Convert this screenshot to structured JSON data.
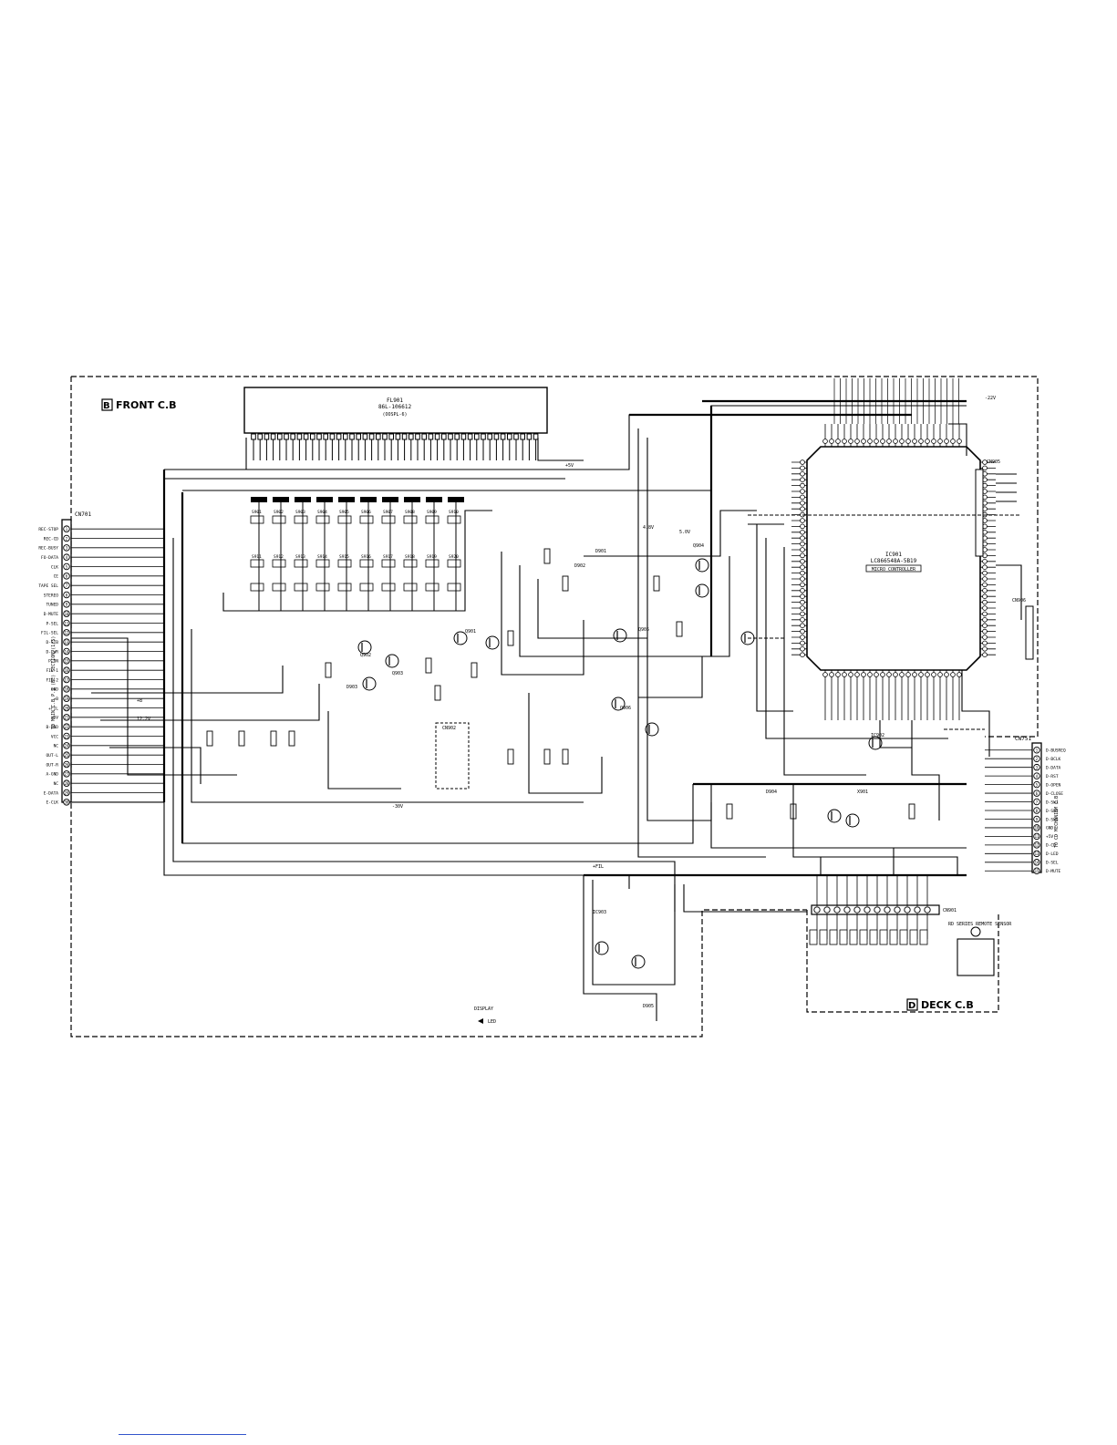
{
  "boards": {
    "front": {
      "prefix": "B",
      "label": "FRONT C.B"
    },
    "deck": {
      "prefix": "D",
      "label": "DECK C.B"
    }
  },
  "display": {
    "ref": "FL901",
    "part": "86L-106612",
    "note": "(OOSPL-6)"
  },
  "mcu": {
    "ref": "IC901",
    "part": "LC866548A-5B19",
    "note": "MICRO CONTROLLER"
  },
  "connectors": {
    "cn701": "CN701",
    "cn701_side": "TO MAIN C.B P.3 (BE) SECTION (1/5)",
    "cn751": "CN751",
    "cn751_side": "TO CD MECHANISM C.B",
    "cn905": "CN905",
    "cn906": "CN906",
    "cn901": "CN901"
  },
  "cn701_pins": [
    {
      "num": "1",
      "name": "REC-STOP"
    },
    {
      "num": "2",
      "name": "REC-CD"
    },
    {
      "num": "3",
      "name": "REC-BUSY"
    },
    {
      "num": "4",
      "name": "FO-DATA"
    },
    {
      "num": "5",
      "name": "CLK"
    },
    {
      "num": "6",
      "name": "CE"
    },
    {
      "num": "7",
      "name": "TAPE SEL"
    },
    {
      "num": "8",
      "name": "STEREO"
    },
    {
      "num": "9",
      "name": "TUNED"
    },
    {
      "num": "10",
      "name": "D-MUTE"
    },
    {
      "num": "11",
      "name": "P-SEL"
    },
    {
      "num": "12",
      "name": "FIL-SEL"
    },
    {
      "num": "13",
      "name": "D-STB"
    },
    {
      "num": "14",
      "name": "D-PWR"
    },
    {
      "num": "15",
      "name": "P-ON"
    },
    {
      "num": "16",
      "name": "FIL-1"
    },
    {
      "num": "17",
      "name": "FIL-2"
    },
    {
      "num": "18",
      "name": "GND"
    },
    {
      "num": "19",
      "name": "+B"
    },
    {
      "num": "20",
      "name": "+FIL"
    },
    {
      "num": "21",
      "name": "+5V"
    },
    {
      "num": "22",
      "name": "B-GND"
    },
    {
      "num": "23",
      "name": "VCC"
    },
    {
      "num": "24",
      "name": "NC"
    },
    {
      "num": "25",
      "name": "OUT-L"
    },
    {
      "num": "26",
      "name": "OUT-R"
    },
    {
      "num": "27",
      "name": "A-GND"
    },
    {
      "num": "28",
      "name": "NC"
    },
    {
      "num": "29",
      "name": "E-DATA"
    },
    {
      "num": "30",
      "name": "E-CLK"
    }
  ],
  "cn751_pins": [
    {
      "num": "1",
      "name": "D-BUSREQ"
    },
    {
      "num": "2",
      "name": "D-BCLK"
    },
    {
      "num": "3",
      "name": "D-DATA"
    },
    {
      "num": "4",
      "name": "D-RST"
    },
    {
      "num": "5",
      "name": "D-OPEN"
    },
    {
      "num": "6",
      "name": "D-CLOSE"
    },
    {
      "num": "7",
      "name": "D-SW1"
    },
    {
      "num": "8",
      "name": "D-SW2"
    },
    {
      "num": "9",
      "name": "D-SW3"
    },
    {
      "num": "10",
      "name": "GND"
    },
    {
      "num": "11",
      "name": "+5V"
    },
    {
      "num": "12",
      "name": "D-CD"
    },
    {
      "num": "13",
      "name": "D-LED"
    },
    {
      "num": "14",
      "name": "D-SEL"
    },
    {
      "num": "15",
      "name": "D-MUTE"
    }
  ],
  "switch_row": [
    "S901",
    "S902",
    "S903",
    "S904",
    "S905",
    "S906",
    "S907",
    "S908",
    "S909",
    "S910"
  ],
  "switch_row2": [
    "S911",
    "S912",
    "S913",
    "S914",
    "S915",
    "S916",
    "S917",
    "S918",
    "S919",
    "S920"
  ],
  "parts": {
    "q901": "Q901",
    "q902": "Q902",
    "q903": "Q903",
    "q904": "Q904",
    "q905": "Q905",
    "q906": "Q906",
    "d901": "D901",
    "d902": "D902",
    "d903": "D903",
    "d904": "D904",
    "d905": "D905",
    "ic902": "IC902",
    "ic903": "IC903",
    "x901": "X901",
    "cn902": "CN902"
  },
  "remote_sensor": "RD SERIES REMOTE SENSOR",
  "display_note": "DISPLAY",
  "led_note": "LED",
  "voltages": [
    "+5V",
    "-22V",
    "+B",
    "-30V",
    "5.0V",
    "4.8V",
    "12.2V",
    "+FIL"
  ]
}
